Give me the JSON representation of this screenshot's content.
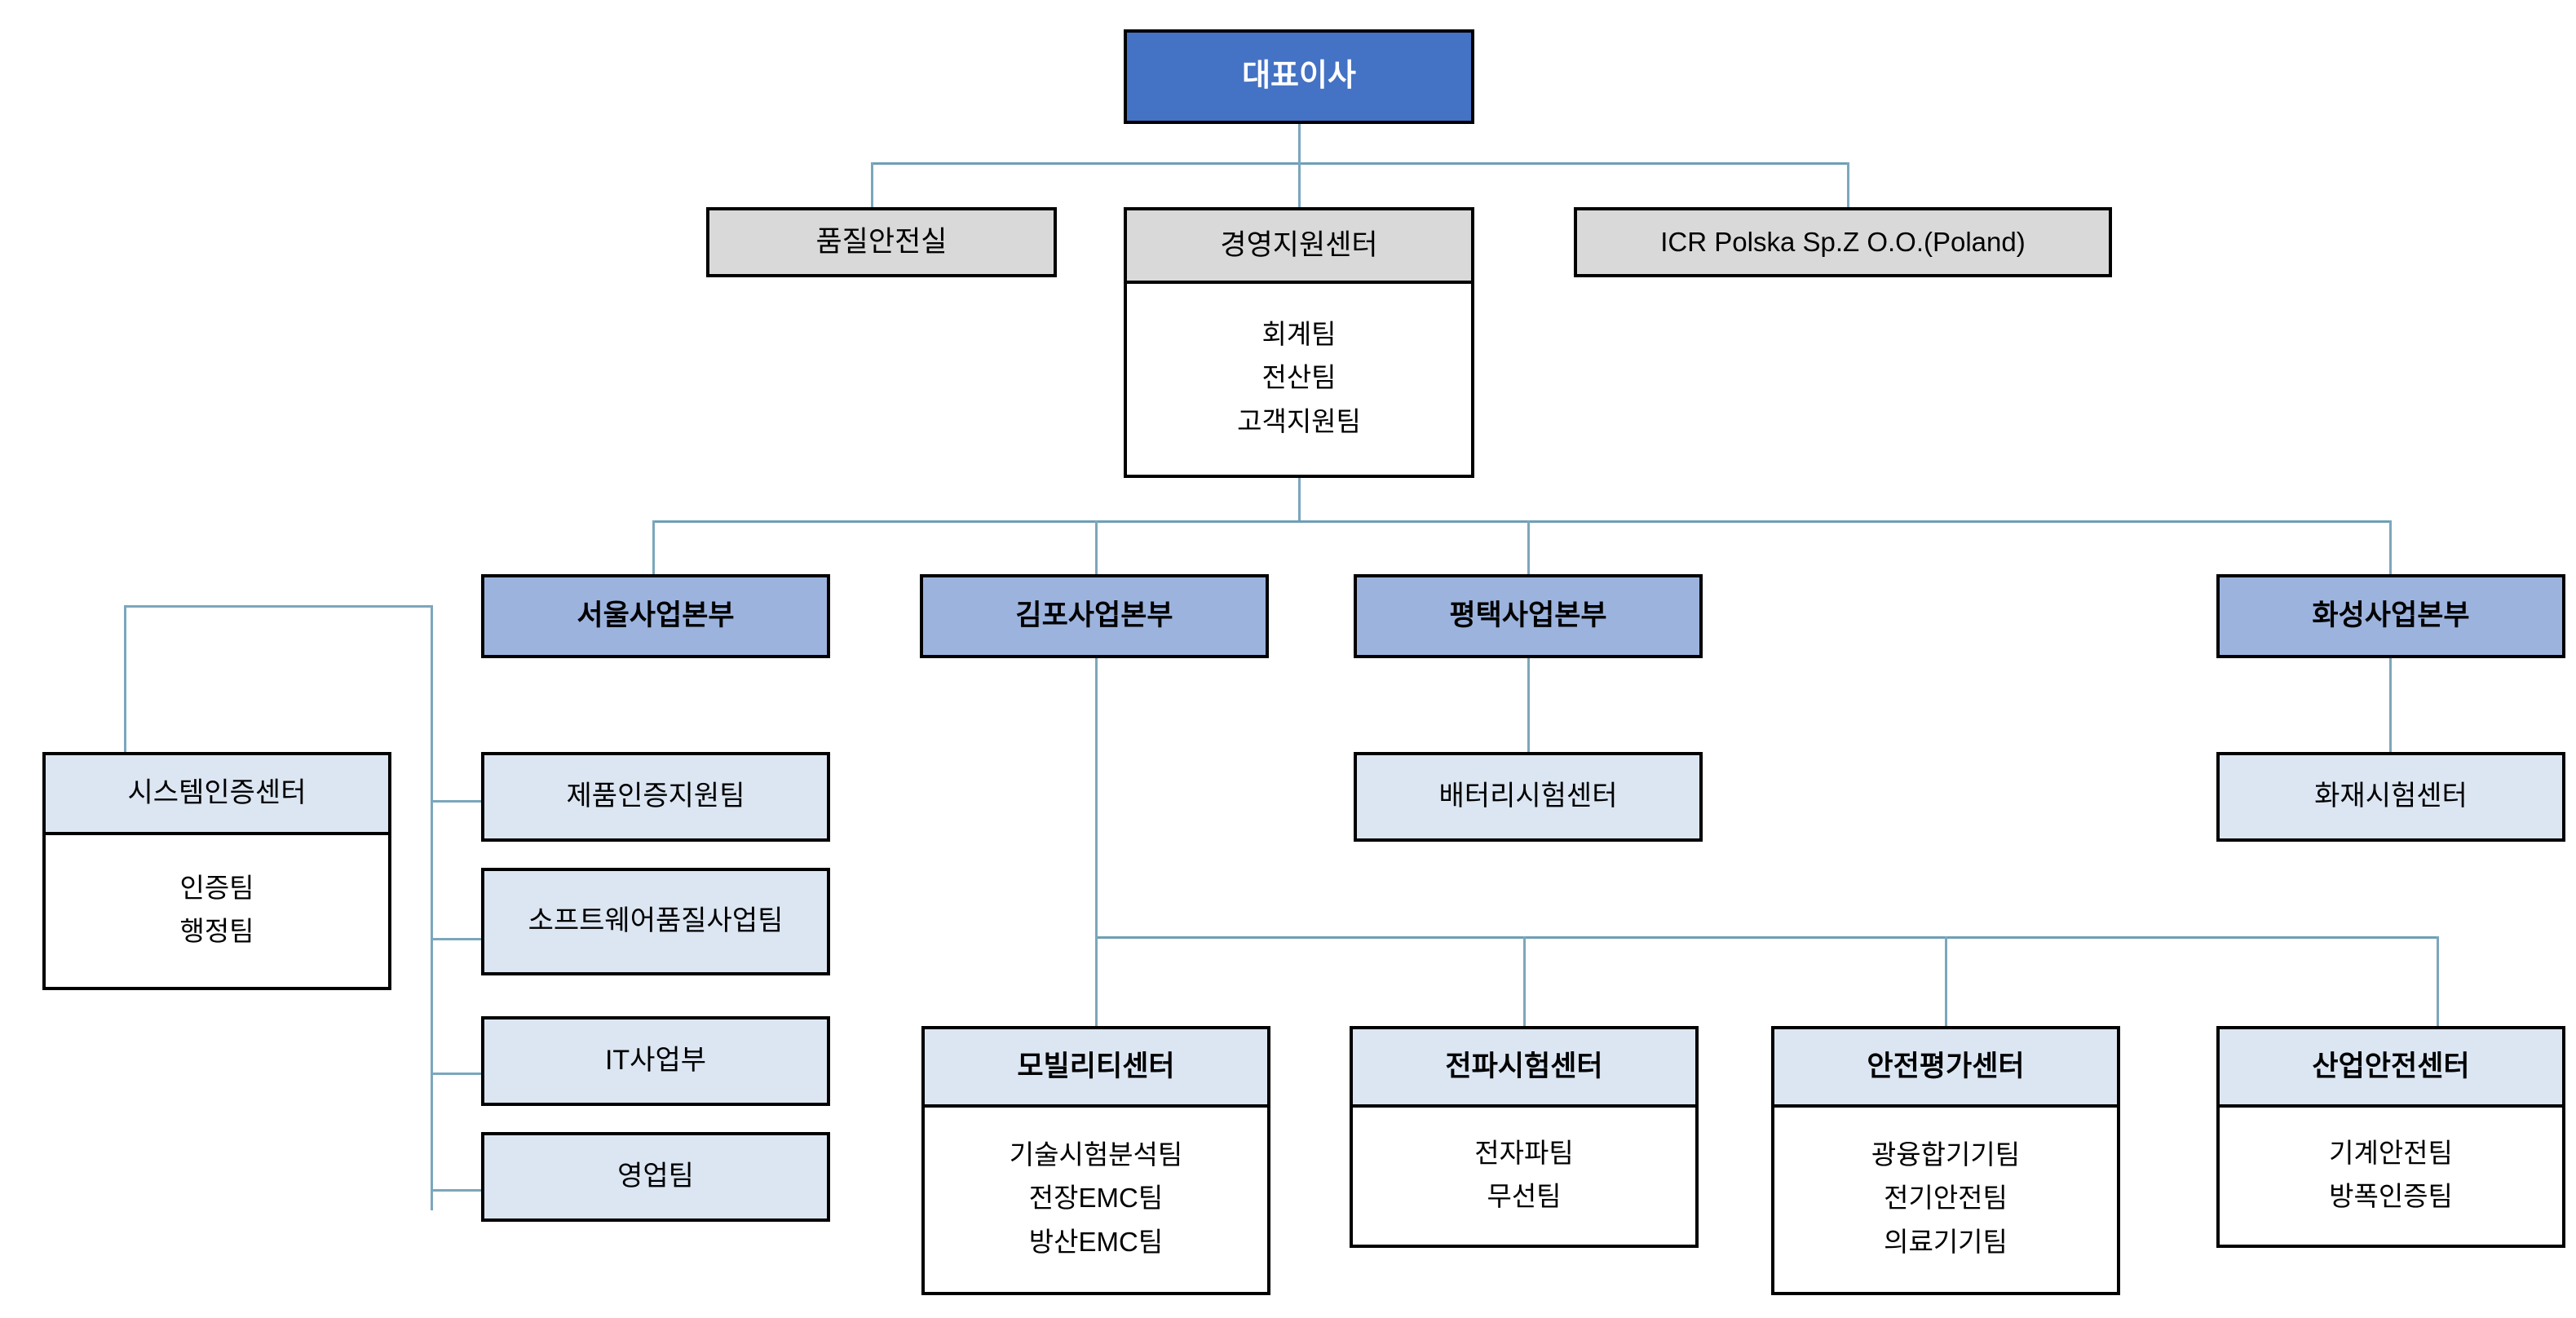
{
  "chart": {
    "type": "org-chart",
    "title": "",
    "colors": {
      "ceo_fill": "#4472C4",
      "staff_fill": "#D9D9D9",
      "division_fill": "#9CB3DE",
      "center_fill": "#DCE6F2",
      "border": "#000000",
      "connector": "#7BA7BC",
      "background": "#FFFFFF"
    }
  },
  "ceo": {
    "label": "대표이사"
  },
  "staff": {
    "quality": {
      "label": "품질안전실"
    },
    "management": {
      "label": "경영지원센터",
      "teams": [
        "회계팀",
        "전산팀",
        "고객지원팀"
      ]
    },
    "overseas": {
      "label": "ICR Polska Sp.Z O.O.(Poland)"
    }
  },
  "divisions": [
    {
      "label": "서울사업본부"
    },
    {
      "label": "김포사업본부"
    },
    {
      "label": "평택사업본부"
    },
    {
      "label": "화성사업본부"
    }
  ],
  "seoul_children": {
    "system_cert_center": {
      "label": "시스템인증센터",
      "teams": [
        "인증팀",
        "행정팀"
      ]
    },
    "units": [
      {
        "label": "제품인증지원팀"
      },
      {
        "label": "소프트웨어품질사업팀"
      },
      {
        "label": "IT사업부"
      },
      {
        "label": "영업팀"
      }
    ]
  },
  "pyeongtaek_children": [
    {
      "label": "배터리시험센터"
    }
  ],
  "hwaseong_children": [
    {
      "label": "화재시험센터"
    }
  ],
  "gimpo_children": [
    {
      "label": "모빌리티센터",
      "teams": [
        "기술시험분석팀",
        "전장EMC팀",
        "방산EMC팀"
      ]
    },
    {
      "label": "전파시험센터",
      "teams": [
        "전자파팀",
        "무선팀"
      ]
    },
    {
      "label": "안전평가센터",
      "teams": [
        "광융합기기팀",
        "전기안전팀",
        "의료기기팀"
      ]
    },
    {
      "label": "산업안전센터",
      "teams": [
        "기계안전팀",
        "방폭인증팀"
      ]
    }
  ]
}
